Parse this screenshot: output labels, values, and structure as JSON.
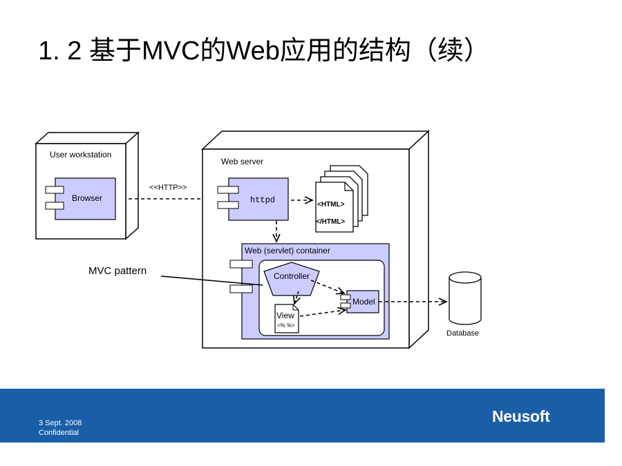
{
  "slide": {
    "title": "1. 2 基于MVC的Web应用的结构（续）",
    "footer": {
      "date": "3 Sept. 2008",
      "confidentiality": "Confidential",
      "logo": "Neusoft"
    }
  },
  "diagram": {
    "user_workstation": "User workstation",
    "browser": "Browser",
    "http_label": "<<HTTP>>",
    "web_server": "Web server",
    "httpd": "httpd",
    "html_open": "<HTML>",
    "html_close": "</HTML>",
    "container": "Web (servlet) container",
    "mvc_pattern": "MVC pattern",
    "controller": "Controller",
    "model": "Model",
    "view": "View",
    "view_tag": "<% %>",
    "database": "Database"
  },
  "colors": {
    "component_fill": "#ccccff",
    "footer_band": "#1a5ea8"
  }
}
